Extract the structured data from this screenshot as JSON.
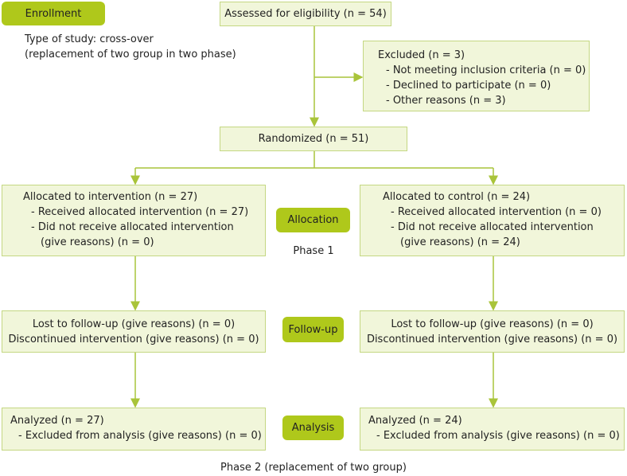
{
  "colors": {
    "label_fill": "#afc81b",
    "box_fill": "#f1f6da",
    "box_border": "#c4d782",
    "connector": "#a9c43a"
  },
  "stages": {
    "enrollment": "Enrollment",
    "allocation": "Allocation",
    "followup": "Follow-up",
    "analysis": "Analysis"
  },
  "study_type": {
    "line1": "Type of study: cross-over",
    "line2": "(replacement of two group in two phase)"
  },
  "assessed": "Assessed for eligibility (n = 54)",
  "excluded": {
    "title": "Excluded (n = 3)",
    "items": [
      "- Not meeting inclusion criteria (n = 0)",
      "- Declined to participate (n = 0)",
      "- Other reasons (n = 3)"
    ]
  },
  "randomized": "Randomized (n = 51)",
  "intervention": {
    "title": "Allocated to intervention (n = 27)",
    "received": "- Received allocated intervention (n = 27)",
    "not_received": "- Did not receive allocated intervention",
    "not_received_cont": "(give reasons) (n = 0)",
    "lost": "Lost to follow-up (give reasons) (n = 0)",
    "discontinued": "Discontinued intervention (give reasons) (n = 0)",
    "analyzed": "Analyzed (n = 27)",
    "excluded_analysis": "- Excluded from analysis (give reasons) (n = 0)"
  },
  "control": {
    "title": "Allocated to control (n = 24)",
    "received": "- Received allocated intervention (n = 0)",
    "not_received": "- Did not receive allocated intervention",
    "not_received_cont": "(give reasons) (n = 24)",
    "lost": "Lost to follow-up (give reasons) (n = 0)",
    "discontinued": "Discontinued intervention (give reasons) (n = 0)",
    "analyzed": "Analyzed (n = 24)",
    "excluded_analysis": "- Excluded from analysis (give reasons) (n = 0)"
  },
  "phase1": "Phase 1",
  "phase2": "Phase 2 (replacement of two group)"
}
